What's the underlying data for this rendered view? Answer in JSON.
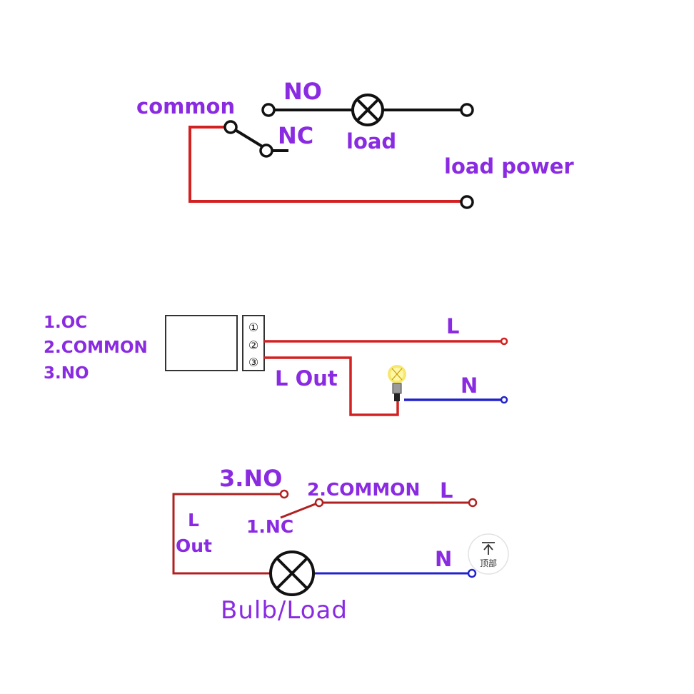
{
  "colors": {
    "label": "#8a2be2",
    "wire_live": "#d32020",
    "wire_neutral": "#2222cc",
    "wire_plain": "#111111",
    "bulb_glow": "#f4e24a"
  },
  "diagram1": {
    "common": "common",
    "no": "NO",
    "nc": "NC",
    "load": "load",
    "load_power": "load power"
  },
  "diagram2": {
    "pin1": "1.OC",
    "pin2": "2.COMMON",
    "pin3": "3.NO",
    "terminals": [
      "①",
      "②",
      "③"
    ],
    "l": "L",
    "l_out": "L Out",
    "n": "N"
  },
  "diagram3": {
    "no": "3.NO",
    "common": "2.COMMON",
    "l": "L",
    "nc": "1.NC",
    "l_out_1": "L",
    "l_out_2": "Out",
    "n": "N",
    "bulb_load": "Bulb/Load"
  },
  "top_button": {
    "icon": "arrow-up-to-top-icon",
    "label": "顶部"
  }
}
